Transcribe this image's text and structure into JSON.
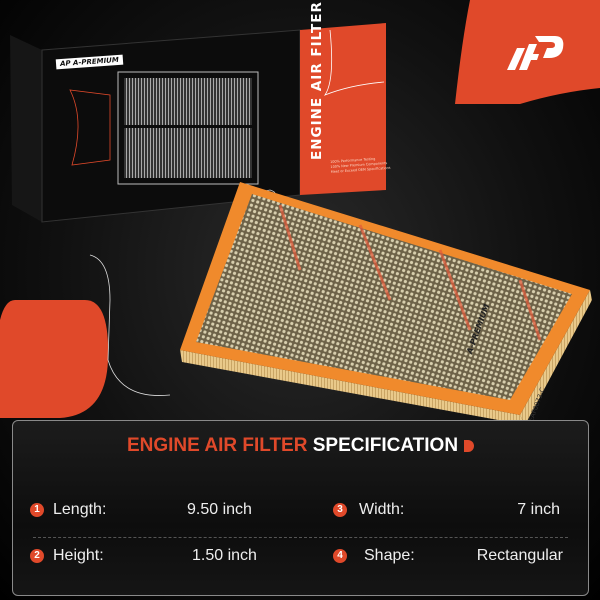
{
  "brand": {
    "logo_text": "A-PREMIUM",
    "logo_mark": "AP",
    "accent_color": "#e0492a"
  },
  "box": {
    "title": "ENGINE AIR FILTER",
    "features": [
      "100% Performance Testing",
      "100% New Premium Components",
      "Meet or Exceed OEM Specifications"
    ]
  },
  "filter": {
    "label": "A-PREMIUM",
    "part_number": "EAF0073-C"
  },
  "spec": {
    "title_highlight": "ENGINE AIR FILTER",
    "title_rest": "SPECIFICATION",
    "items": [
      {
        "num": "1",
        "label": "Length:",
        "value": "9.50 inch"
      },
      {
        "num": "2",
        "label": "Height:",
        "value": "1.50 inch"
      },
      {
        "num": "3",
        "label": "Width:",
        "value": "7 inch"
      },
      {
        "num": "4",
        "label": "Shape:",
        "value": "Rectangular"
      }
    ]
  }
}
